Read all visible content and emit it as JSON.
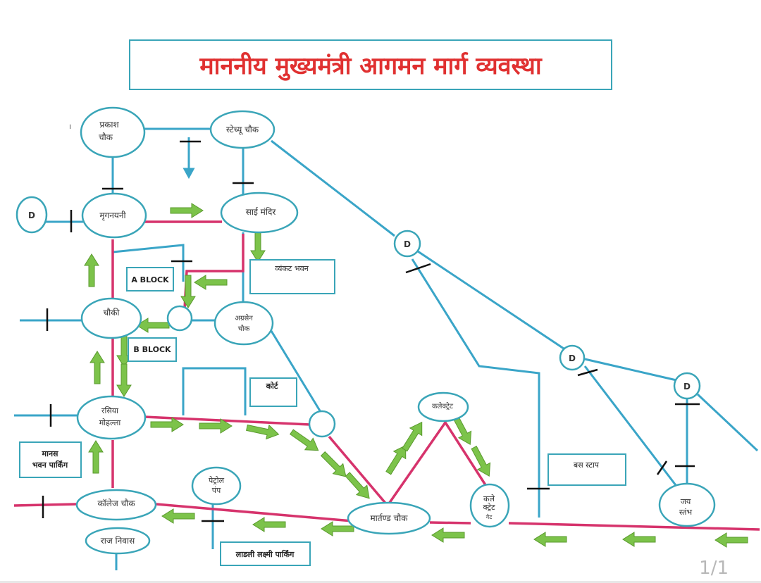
{
  "title": "माननीय मुख्यमंत्री आगमन मार्ग व्यवस्था",
  "page_counter": "1/1",
  "stray_mark": "।",
  "colors": {
    "title": "#e03030",
    "blue_road": "#3aa5c8",
    "pink_route": "#d6336c",
    "arrow": "#7cc34a",
    "barrier": "#111111",
    "node_border": "#3aa5b8"
  },
  "nodes": {
    "prakash": {
      "line1": "प्रकाश",
      "line2": "चौक"
    },
    "stechu": {
      "label": "स्टेच्यू चौक"
    },
    "mriganayani": {
      "label": "मृगनयनी"
    },
    "sai_mandir": {
      "label": "साई मंदिर"
    },
    "chauki": {
      "label": "चौकी"
    },
    "agrasen": {
      "line1": "अग्रसेन",
      "line2": "चौक"
    },
    "rasiya": {
      "line1": "रसिया",
      "line2": "मोहल्ला"
    },
    "petrol": {
      "line1": "पेट्रोल",
      "line2": "पंप"
    },
    "college": {
      "label": "कॉलेज चौक"
    },
    "raj_niwas": {
      "label": "राज निवास"
    },
    "martand": {
      "label": "मार्तण्ड चौक"
    },
    "collectorate": {
      "label": "कलेक्ट्रेट"
    },
    "collectorate_gate": {
      "line1": "कले",
      "line2": "क्ट्रेट",
      "line3": "गेट"
    },
    "jai_stambh": {
      "line1": "जय",
      "line2": "स्तंभ"
    },
    "d_marker": "D"
  },
  "boxes": {
    "a_block": "A BLOCK",
    "b_block": "B BLOCK",
    "vyankat": "व्यंकट भवन",
    "court": "कोर्ट",
    "manas_line1": "मानस",
    "manas_line2": "भवन पार्किंग",
    "bus_stop": "बस स्टाप",
    "ladli": "लाडली लक्ष्मी पार्किंग"
  }
}
